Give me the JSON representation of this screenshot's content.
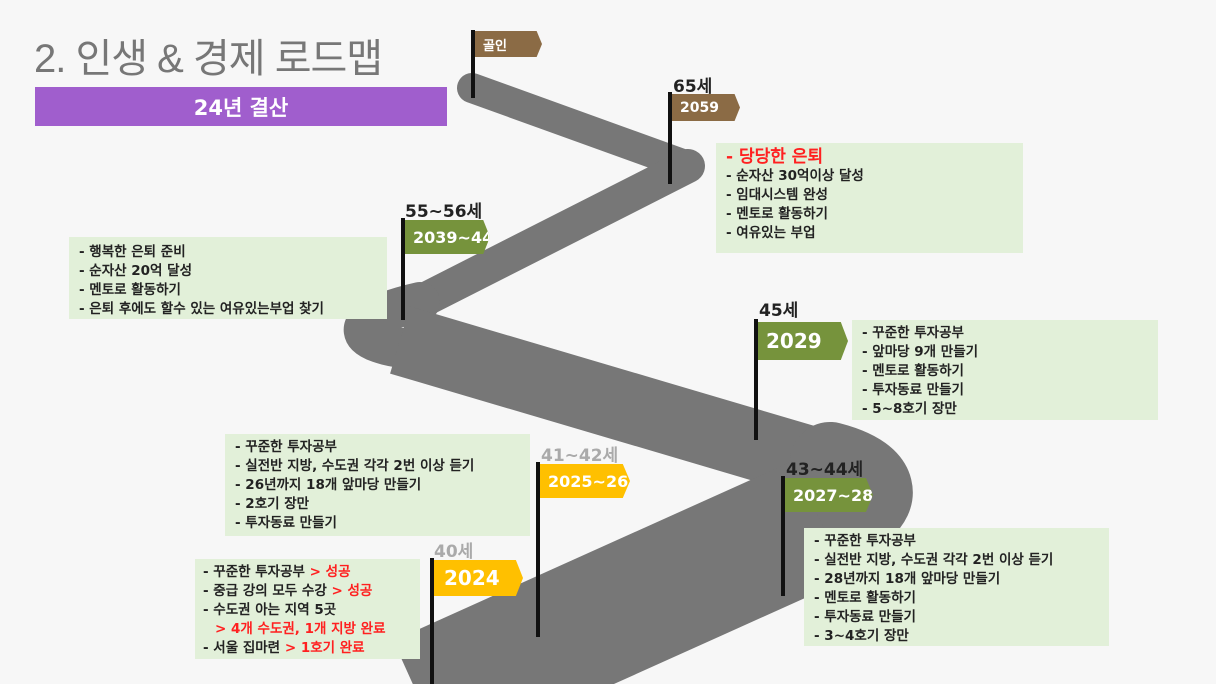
{
  "title": "2. 인생 & 경제 로드맵",
  "banner": "24년 결산",
  "colors": {
    "brown": "#8b6b45",
    "green": "#76933c",
    "yellow": "#ffc000",
    "purple": "#a05ecd",
    "box": "#e2f0d9",
    "road": "#777777"
  },
  "goal": {
    "flag": "골인"
  },
  "m2059": {
    "age": "65세",
    "flag": "2059",
    "title": "- 당당한 은퇴",
    "items": [
      "- 순자산 30억이상 달성",
      "- 임대시스템 완성",
      "- 멘토로 활동하기",
      "- 여유있는 부업"
    ]
  },
  "m2039": {
    "age": "55~56세",
    "flag": "2039~44",
    "items": [
      "- 행복한 은퇴 준비",
      "- 순자산 20억 달성",
      "- 멘토로 활동하기",
      "- 은퇴 후에도 할수 있는 여유있는부업 찾기"
    ]
  },
  "m2029": {
    "age": "45세",
    "flag": "2029",
    "items": [
      "- 꾸준한 투자공부",
      "- 앞마당 9개 만들기",
      "- 멘토로 활동하기",
      "- 투자동료 만들기",
      "- 5~8호기 장만"
    ]
  },
  "m2027": {
    "age": "43~44세",
    "flag": "2027~28",
    "items": [
      "- 꾸준한 투자공부",
      "- 실전반 지방, 수도권 각각 2번 이상 듣기",
      "- 28년까지 18개 앞마당 만들기",
      "- 멘토로 활동하기",
      "- 투자동료 만들기",
      "- 3~4호기 장만"
    ]
  },
  "m2025": {
    "age": "41~42세",
    "flag": "2025~26",
    "items": [
      "- 꾸준한 투자공부",
      "- 실전반 지방, 수도권 각각 2번 이상 듣기",
      "- 26년까지 18개 앞마당 만들기",
      "- 2호기 장만",
      "- 투자동료 만들기"
    ]
  },
  "m2024": {
    "age": "40세",
    "flag": "2024",
    "items": [
      {
        "text": "- 꾸준한 투자공부 ",
        "result": "> 성공"
      },
      {
        "text": "- 중급 강의 모두 수강 ",
        "result": "> 성공"
      },
      {
        "text": "- 수도권 아는 지역 5곳",
        "result": ""
      },
      {
        "text": "  ",
        "result": "> 4개 수도권, 1개 지방 완료"
      },
      {
        "text": "- 서울 집마련 ",
        "result": "> 1호기 완료"
      }
    ]
  }
}
